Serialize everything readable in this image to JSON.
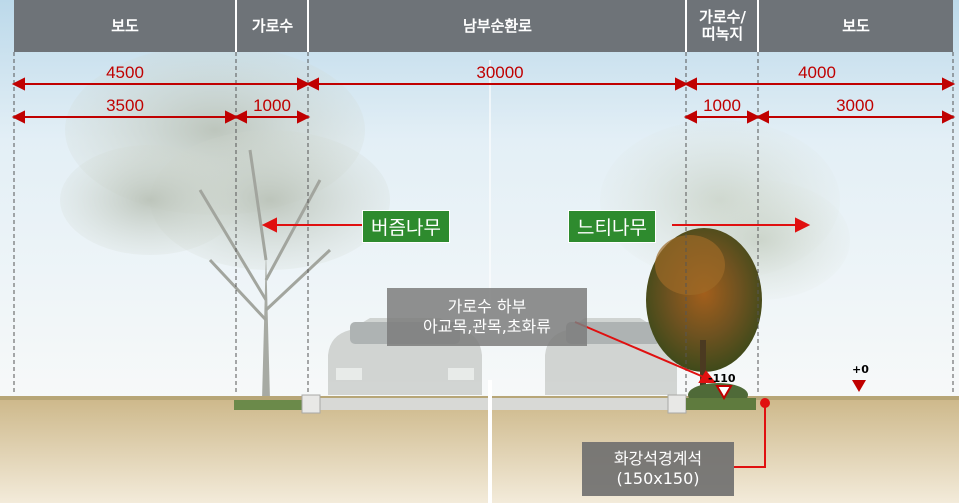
{
  "header": {
    "sections": [
      {
        "label": "보도"
      },
      {
        "label": "가로수"
      },
      {
        "label": "남부순환로"
      },
      {
        "label_line1": "가로수/",
        "label_line2": "띠녹지"
      },
      {
        "label": "보도"
      }
    ]
  },
  "dimensions": {
    "row1": [
      "4500",
      "30000",
      "4000"
    ],
    "row2": [
      "3500",
      "1000",
      "1000",
      "3000"
    ]
  },
  "trees": {
    "left_label": "버즘나무",
    "right_label": "느티나무"
  },
  "note": {
    "line1": "가로수 하부",
    "line2": "아교목,관목,초화류"
  },
  "curb": {
    "line1": "화강석경계석",
    "line2": "(150x150)"
  },
  "levels": {
    "median": "-110",
    "sidewalk": "+0"
  },
  "colors": {
    "header_bg": "#6e7378",
    "dimension_red": "#c00000",
    "label_green": "#2e8b2e"
  }
}
